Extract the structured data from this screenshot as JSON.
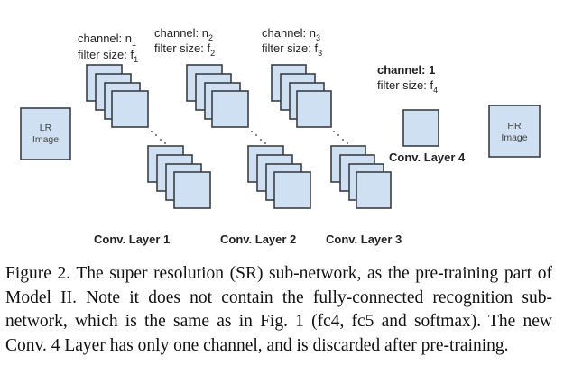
{
  "diagram": {
    "input_box": {
      "line1": "LR",
      "line2": "Image"
    },
    "output_box": {
      "line1": "HR",
      "line2": "Image"
    },
    "layers": [
      {
        "name": "Conv. Layer 1",
        "channel_prefix": "channel: n",
        "channel_sub": "1",
        "filter_prefix": "filter size: f",
        "filter_sub": "1"
      },
      {
        "name": "Conv. Layer 2",
        "channel_prefix": "channel: n",
        "channel_sub": "2",
        "filter_prefix": "filter size: f",
        "filter_sub": "2"
      },
      {
        "name": "Conv. Layer 3",
        "channel_prefix": "channel: n",
        "channel_sub": "3",
        "filter_prefix": "filter size: f",
        "filter_sub": "3"
      },
      {
        "name": "Conv. Layer 4",
        "channel_text": "channel: 1",
        "filter_prefix": "filter size: f",
        "filter_sub": "4"
      }
    ]
  },
  "caption": "Figure 2. The super resolution (SR) sub-network, as the pre-training part of Model II. Note it does not contain the fully-connected recognition sub-network, which is the same as in Fig. 1 (fc4, fc5 and softmax). The new Conv. 4 Layer has only one channel, and is discarded after pre-training."
}
